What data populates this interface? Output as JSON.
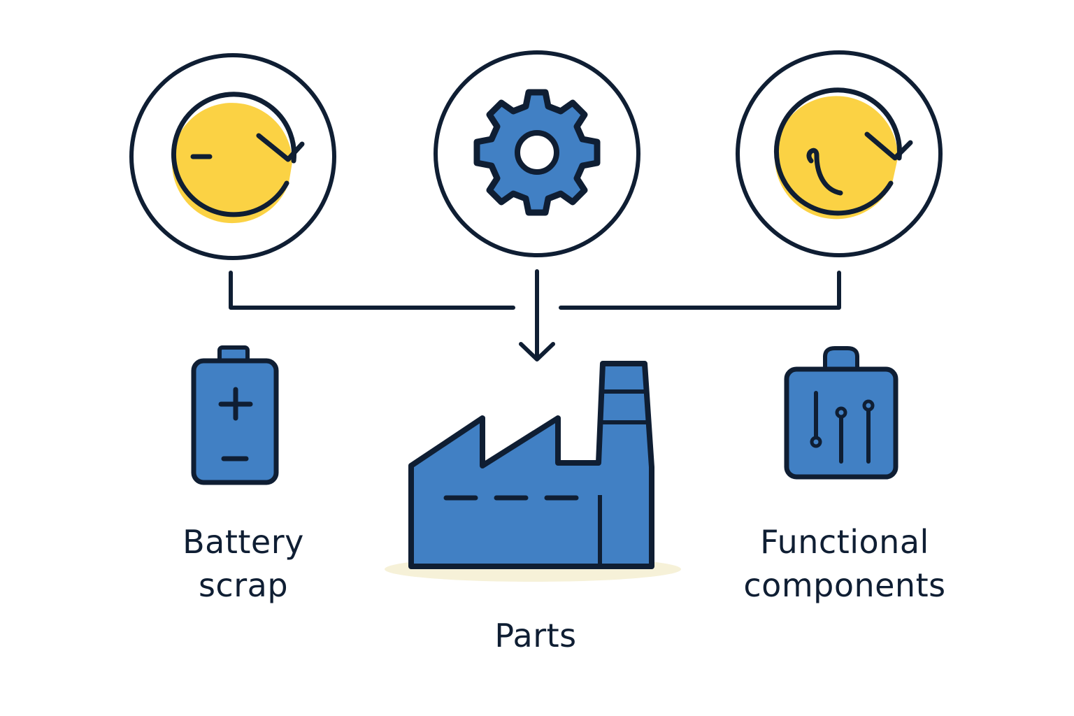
{
  "colors": {
    "ink": "#0f1e33",
    "blue": "#4180c4",
    "yellow": "#fbd244",
    "shadow": "#f6f1d8",
    "background": "#ffffff"
  },
  "icons": {
    "top_left": "recycle-yellow-icon",
    "top_center": "gear-icon",
    "top_right": "recycle-yellow-icon",
    "bottom_left": "battery-icon",
    "bottom_center": "factory-icon",
    "bottom_right": "circuit-module-icon"
  },
  "labels": {
    "battery_line1": "Battery",
    "battery_line2": "scrap",
    "parts": "Parts",
    "functional_line1": "Functional",
    "functional_line2": "components"
  }
}
